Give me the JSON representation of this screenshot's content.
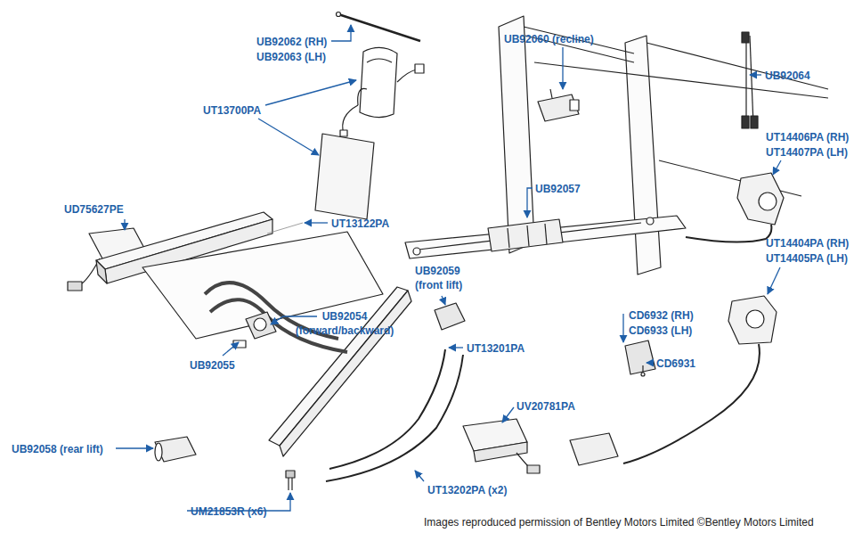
{
  "diagram": {
    "labels": [
      "UB92062 (RH)",
      "UB92063 (LH)",
      "UB92060 (recline)",
      "UB92064",
      "UT13700PA",
      "UT14406PA (RH)",
      "UT14407PA (LH)",
      "UD75627PE",
      "UB92057",
      "UT13122PA",
      "UB92059 (front lift)",
      "UT14404PA (RH)",
      "UT14405PA (LH)",
      "UB92054 (forward/backward)",
      "CD6932 (RH)",
      "CD6933 (LH)",
      "CD6931",
      "UT13201PA",
      "UB92055",
      "UV20781PA",
      "UB92058 (rear lift)",
      "UT13202PA (x2)",
      "UM21853R (x6)",
      "Images reproduced permission of Bentley Motors Limited ©Bentley Motors Limited"
    ]
  }
}
